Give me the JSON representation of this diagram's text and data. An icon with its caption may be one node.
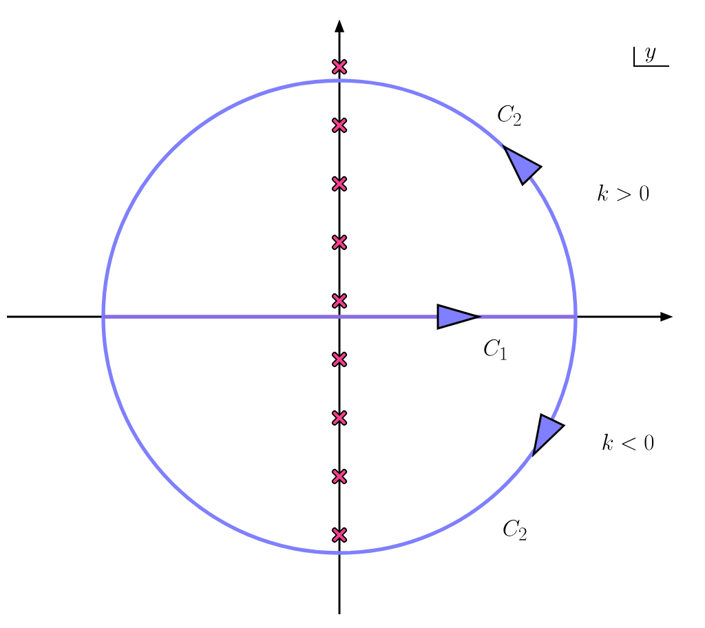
{
  "diagram": {
    "labels": [
      "y",
      "C_{2}",
      "k > 0",
      "C_{1}",
      "k < 0",
      "C_{2}"
    ]
  }
}
